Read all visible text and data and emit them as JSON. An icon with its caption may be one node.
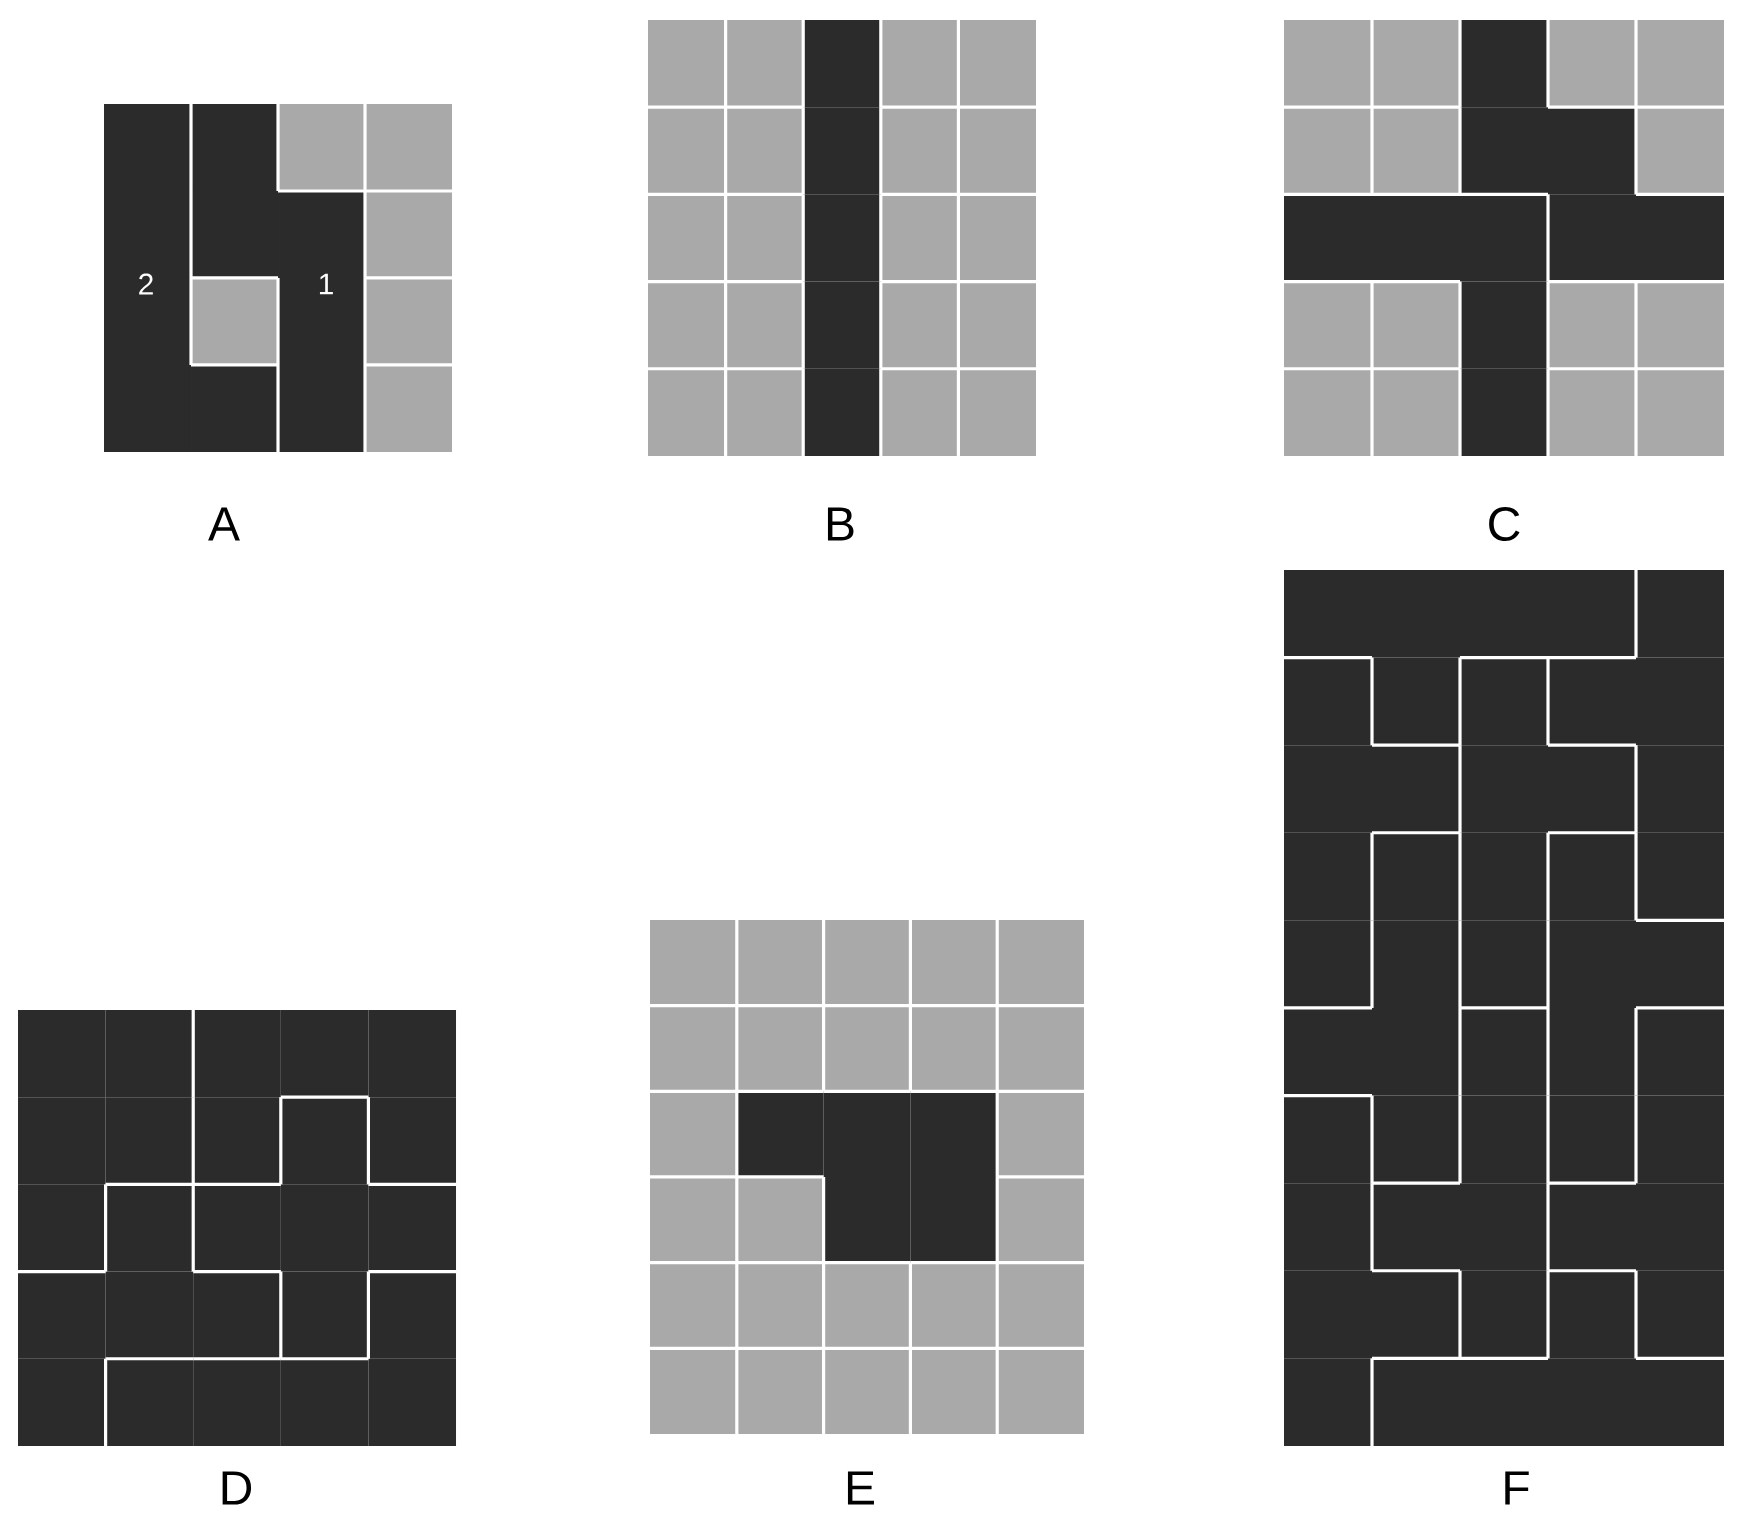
{
  "diagram": {
    "labels": [
      "2",
      "1",
      "A",
      "B",
      "C",
      "D",
      "E",
      "F"
    ]
  }
}
